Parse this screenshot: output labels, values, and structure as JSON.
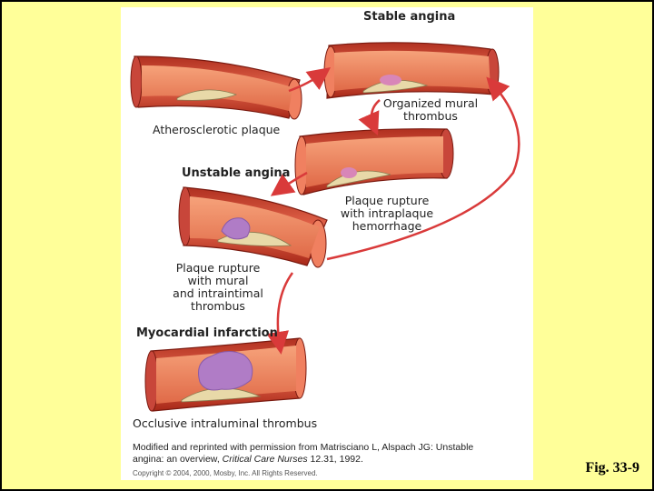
{
  "labels": {
    "stable": "Stable angina",
    "organized": [
      "Organized mural",
      "thrombus"
    ],
    "atherosclerotic": "Atherosclerotic plaque",
    "unstable": "Unstable angina",
    "rupture_intraplaque": [
      "Plaque rupture",
      "with intraplaque",
      "hemorrhage"
    ],
    "rupture_mural": [
      "Plaque rupture",
      "with mural",
      "and intraintimal",
      "thrombus"
    ],
    "mi": "Myocardial infarction",
    "occlusive": "Occlusive intraluminal thrombus"
  },
  "credit": {
    "line1": "Modified and reprinted with permission from Matrisciano L, Alspach JG: Unstable",
    "line2_prefix": "angina: an overview, ",
    "line2_journal": "Critical Care Nurses",
    "line2_suffix": " 12.31, 1992.",
    "copyright": "Copyright © 2004, 2000, Mosby, Inc. All Rights Reserved."
  },
  "figure_label": "Fig. 33-9",
  "colors": {
    "background": "#ffff99",
    "vessel_outer": "#c0392b",
    "vessel_lumen": "#f28c5c",
    "plaque": "#e8d9a8",
    "thrombus": "#b07cc6",
    "arrow": "#d93a3a"
  }
}
